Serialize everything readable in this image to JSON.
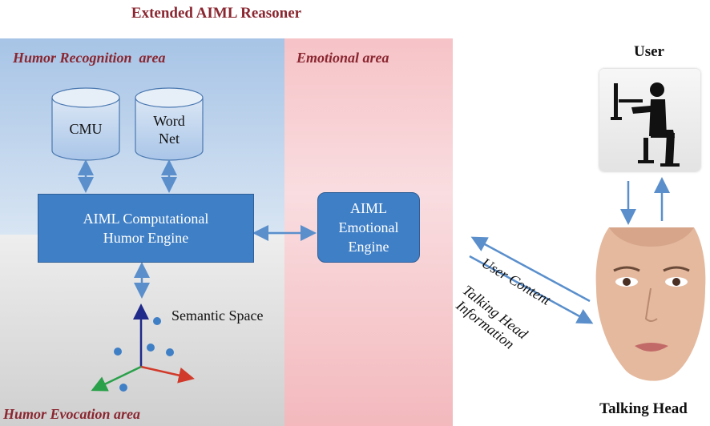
{
  "title": "Extended AIML Reasoner",
  "areas": {
    "humor_recognition": "Humor Recognition  area",
    "emotional": "Emotional area",
    "humor_evocation": "Humor Evocation area"
  },
  "databases": {
    "cmu": "CMU",
    "wordnet_line1": "Word",
    "wordnet_line2": "Net"
  },
  "humor_engine": {
    "line1": "AIML Computational",
    "line2": "Humor Engine"
  },
  "emotional_engine": {
    "line1": "AIML",
    "line2": "Emotional",
    "line3": "Engine"
  },
  "semantic_space": "Semantic Space",
  "user": {
    "label": "User",
    "icon": "computer-user-icon"
  },
  "talking_head": {
    "label": "Talking Head",
    "icon": "face-icon"
  },
  "flows": {
    "user_content": "User Content",
    "talking_head_info_line1": "Talking Head",
    "talking_head_info_line2": "Information"
  },
  "colors": {
    "title": "#8a2630",
    "engine_fill": "#3f7fc6",
    "arrow": "#5a8fcc",
    "humor_recognition_bg": "#a7c4e6",
    "emotional_bg": "#f6c3c7",
    "humor_evocation_bg": "#dedede"
  }
}
